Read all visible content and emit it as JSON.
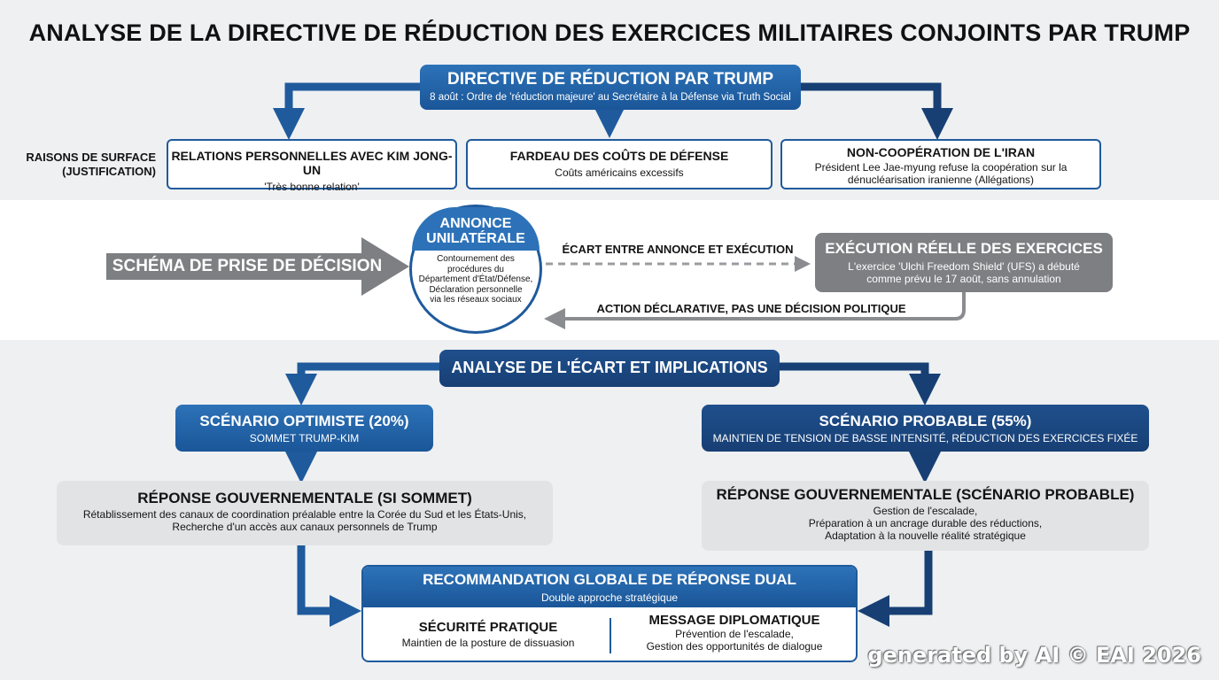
{
  "title": "ANALYSE DE LA DIRECTIVE DE RÉDUCTION DES EXERCICES MILITAIRES CONJOINTS PAR TRUMP",
  "directive": {
    "title": "DIRECTIVE DE RÉDUCTION PAR TRUMP",
    "subtitle": "8 août : Ordre de 'réduction majeure' au Secrétaire à la Défense via Truth Social"
  },
  "surface_label": {
    "line1": "RAISONS DE SURFACE",
    "line2": "(JUSTIFICATION)"
  },
  "reasons": [
    {
      "title": "RELATIONS PERSONNELLES AVEC KIM JONG-UN",
      "text": "'Très bonne relation'"
    },
    {
      "title": "FARDEAU DES COÛTS DE DÉFENSE",
      "text": "Coûts américains excessifs"
    },
    {
      "title": "NON-COOPÉRATION DE L'IRAN",
      "text1": "Président Lee Jae-myung refuse la coopération sur la",
      "text2": "dénucléarisation iranienne (Allégations)"
    }
  ],
  "schema_label": "SCHÉMA DE PRISE DE DÉCISION",
  "announcement": {
    "title1": "ANNONCE",
    "title2": "UNILATÉRALE",
    "body": [
      "Contournement des",
      "procédures du",
      "Département d'État/Défense,",
      "Déclaration personnelle",
      "via les réseaux sociaux"
    ]
  },
  "gap_label": "ÉCART ENTRE ANNONCE ET EXÉCUTION",
  "execution": {
    "title": "EXÉCUTION RÉELLE DES EXERCICES",
    "text1": "L'exercice 'Ulchi Freedom Shield' (UFS) a débuté",
    "text2": "comme prévu le 17 août, sans annulation"
  },
  "declarative_label": "ACTION DÉCLARATIVE, PAS UNE DÉCISION POLITIQUE",
  "analysis_title": "ANALYSE DE L'ÉCART ET IMPLICATIONS",
  "optimistic": {
    "title": "SCÉNARIO OPTIMISTE (20%)",
    "subtitle": "SOMMET TRUMP-KIM"
  },
  "probable": {
    "title": "SCÉNARIO PROBABLE (55%)",
    "subtitle": "MAINTIEN DE TENSION DE BASSE INTENSITÉ, RÉDUCTION DES EXERCICES FIXÉE"
  },
  "response_summit": {
    "title": "RÉPONSE GOUVERNEMENTALE (SI SOMMET)",
    "line1": "Rétablissement des canaux de coordination préalable entre la Corée du Sud et les États-Unis,",
    "line2": "Recherche d'un accès aux canaux personnels de Trump"
  },
  "response_probable": {
    "title": "RÉPONSE GOUVERNEMENTALE (SCÉNARIO PROBABLE)",
    "line1": "Gestion de l'escalade,",
    "line2": "Préparation à un ancrage durable des réductions,",
    "line3": "Adaptation à la nouvelle réalité stratégique"
  },
  "recommendation": {
    "title": "RECOMMANDATION GLOBALE DE RÉPONSE DUAL",
    "subtitle": "Double approche stratégique",
    "left_title": "SÉCURITÉ PRATIQUE",
    "left_text": "Maintien de la posture de dissuasion",
    "right_title": "MESSAGE DIPLOMATIQUE",
    "right_text1": "Prévention de l'escalade,",
    "right_text2": "Gestion des opportunités de dialogue"
  },
  "watermark": "generated by AI © EAI 2026",
  "colors": {
    "primary_blue": "#1f5a9c",
    "dark_blue": "#173f74",
    "gray": "#7d7f83",
    "light_gray": "#e2e3e5"
  }
}
